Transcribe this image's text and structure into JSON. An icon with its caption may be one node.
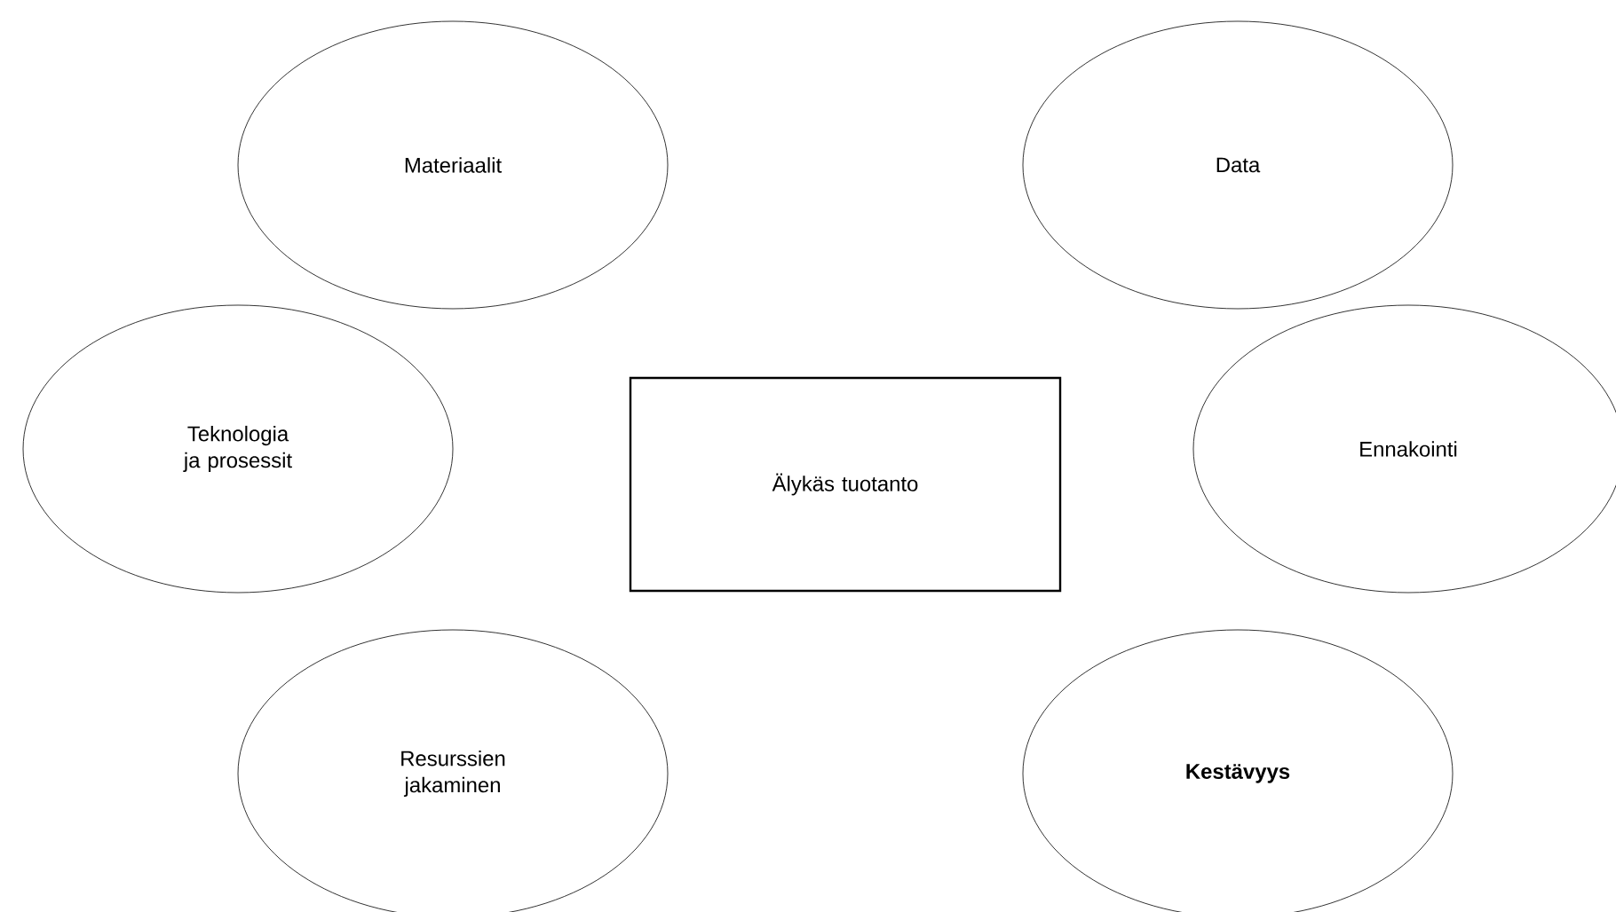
{
  "diagram": {
    "nodes": [
      {
        "text": [
          "Materiaalit"
        ]
      },
      {
        "text": [
          "Data"
        ]
      },
      {
        "text": [
          "Teknologia ja prosessit"
        ]
      },
      {
        "text": [
          "Ennakointi"
        ]
      },
      {
        "text": [
          "Älykäs tuotanto"
        ]
      },
      {
        "text": [
          "Resurssien jakaminen"
        ]
      },
      {
        "text": [
          "Kestävyys"
        ]
      }
    ]
  }
}
